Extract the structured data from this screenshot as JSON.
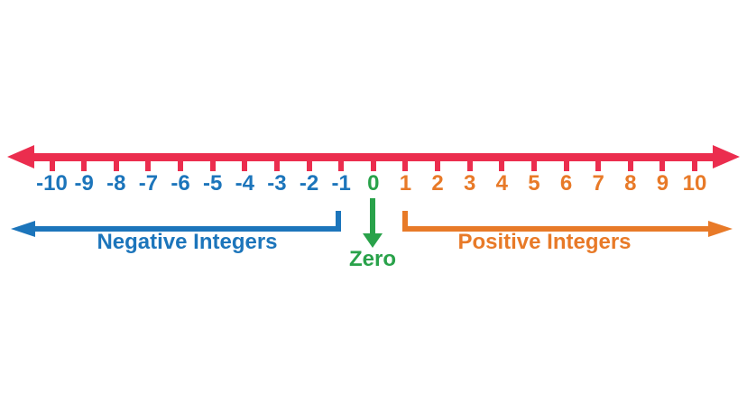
{
  "background": "#ffffff",
  "colors": {
    "axis": "#EB2D4E",
    "negative": "#1C75BB",
    "zero": "#29A24A",
    "positive": "#E87A28"
  },
  "chart_data": {
    "type": "number_line",
    "axis_range": [
      -10,
      10
    ],
    "tick_step": 1,
    "tick_labels": [
      "-10",
      "-9",
      "-8",
      "-7",
      "-6",
      "-5",
      "-4",
      "-3",
      "-2",
      "-1",
      "0",
      "1",
      "2",
      "3",
      "4",
      "5",
      "6",
      "7",
      "8",
      "9",
      "10"
    ],
    "tick_label_colors": {
      "negative": "#1C75BB",
      "zero": "#29A24A",
      "positive": "#E87A28"
    },
    "axis_color": "#EB2D4E",
    "groups": [
      {
        "label": "Negative Integers",
        "range": [
          -10,
          -1
        ],
        "color": "#1C75BB",
        "arrow_direction": "left"
      },
      {
        "label": "Zero",
        "range": [
          0,
          0
        ],
        "color": "#29A24A",
        "arrow_direction": "down"
      },
      {
        "label": "Positive Integers",
        "range": [
          1,
          10
        ],
        "color": "#E87A28",
        "arrow_direction": "right"
      }
    ]
  },
  "annotations": {
    "negative_label": "Negative Integers",
    "zero_label": "Zero",
    "positive_label": "Positive Integers"
  }
}
